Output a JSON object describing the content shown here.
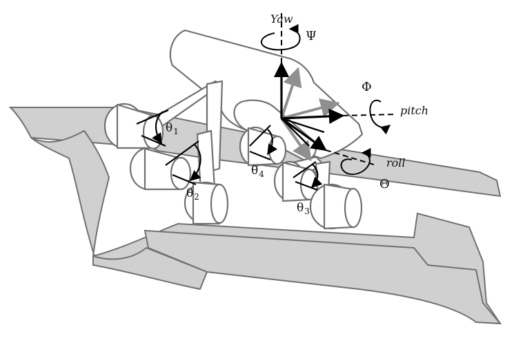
{
  "labels": {
    "yaw": "Yaw",
    "psi": "Ψ",
    "phi": "Φ",
    "pitch": "pitch",
    "roll": "roll",
    "Theta": "Θ",
    "theta1": {
      "sym": "θ",
      "sub": "1"
    },
    "theta2": {
      "sym": "θ",
      "sub": "2"
    },
    "theta3": {
      "sym": "θ",
      "sub": "3"
    },
    "theta4": {
      "sym": "θ",
      "sub": "4"
    }
  },
  "colors": {
    "body_fill": "#ffffff",
    "terrain_fill": "#d0d0d0",
    "outline": "#707070",
    "gray_arrow": "#8f8f8f",
    "black": "#000000"
  }
}
